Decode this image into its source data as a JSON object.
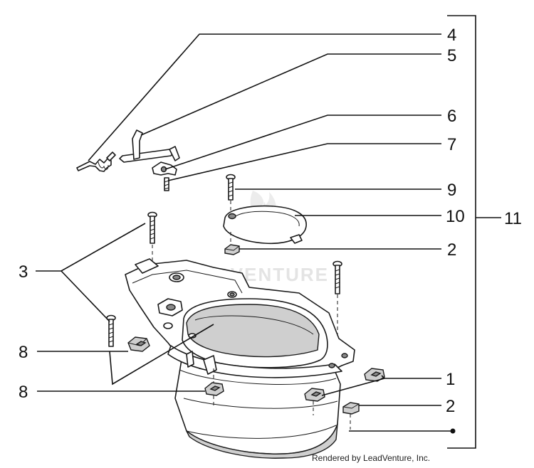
{
  "diagram": {
    "callouts": {
      "c1": "1",
      "c2a": "2",
      "c2b": "2",
      "c3": "3",
      "c4": "4",
      "c5": "5",
      "c6": "6",
      "c7": "7",
      "c8a": "8",
      "c8b": "8",
      "c9": "9",
      "c10": "10",
      "c11": "11"
    },
    "watermark": "LEADVENTURE",
    "credit": "Rendered by LeadVenture, Inc."
  }
}
